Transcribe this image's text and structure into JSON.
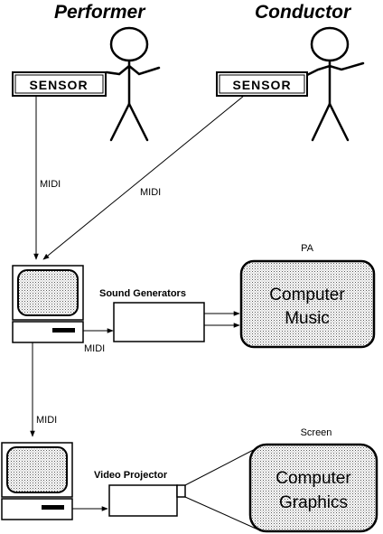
{
  "people": {
    "performer_label": "Performer",
    "conductor_label": "Conductor"
  },
  "sensors": {
    "performer_sensor": "SENSOR",
    "conductor_sensor": "SENSOR"
  },
  "links": {
    "midi_performer": "MIDI",
    "midi_conductor": "MIDI",
    "midi_sound": "MIDI",
    "midi_video": "MIDI"
  },
  "devices": {
    "sound_generators": "Sound Generators",
    "video_projector": "Video Projector"
  },
  "outputs": {
    "pa_label": "PA",
    "music_line1": "Computer",
    "music_line2": "Music",
    "screen_label": "Screen",
    "graphics_line1": "Computer",
    "graphics_line2": "Graphics"
  },
  "colors": {
    "ink": "#000000",
    "background": "#ffffff",
    "dot_fill": "#d0d0d0"
  }
}
